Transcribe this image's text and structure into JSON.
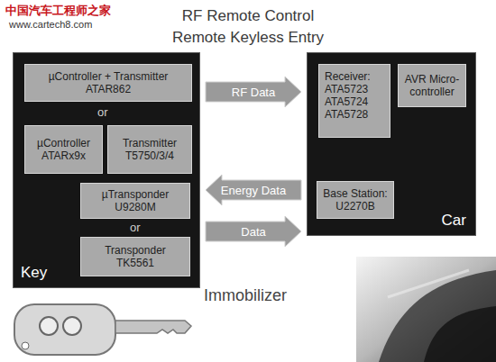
{
  "diagram": {
    "title": "RF Remote Control Remote Keyless Entry",
    "nodes": [
      {
        "text": [
          "Key"
        ]
      },
      {
        "text": [
          "µController + Transmitter ATAR862"
        ],
        "in": 0
      },
      {
        "text": [
          "µController ATARx9x"
        ],
        "in": 0
      },
      {
        "text": [
          "Transmitter T5750/3/4"
        ],
        "in": 0
      },
      {
        "text": [
          "µTransponder U9280M"
        ],
        "in": 0
      },
      {
        "text": [
          "Transponder TK5561"
        ],
        "in": 0
      },
      {
        "text": [
          "Car"
        ]
      },
      {
        "text": [
          "Receiver: ATA5723 ATA5724 ATA5728"
        ],
        "in": 6
      },
      {
        "text": [
          "AVR Micro-controller"
        ],
        "in": 6
      },
      {
        "text": [
          "Base Station: U2270B"
        ],
        "in": 6
      }
    ],
    "edges": [
      {
        "from": 0,
        "to": 6,
        "label": "RF Data",
        "arrow": "to"
      },
      {
        "from": 6,
        "to": 0,
        "label": "Energy Data",
        "arrow": "to"
      },
      {
        "from": 0,
        "to": 6,
        "label": "Data",
        "arrow": "to"
      }
    ],
    "labels": [
      "中国汽车工程师之家",
      "www.cartech8.com",
      "or",
      "or",
      "Immobilizer"
    ]
  }
}
